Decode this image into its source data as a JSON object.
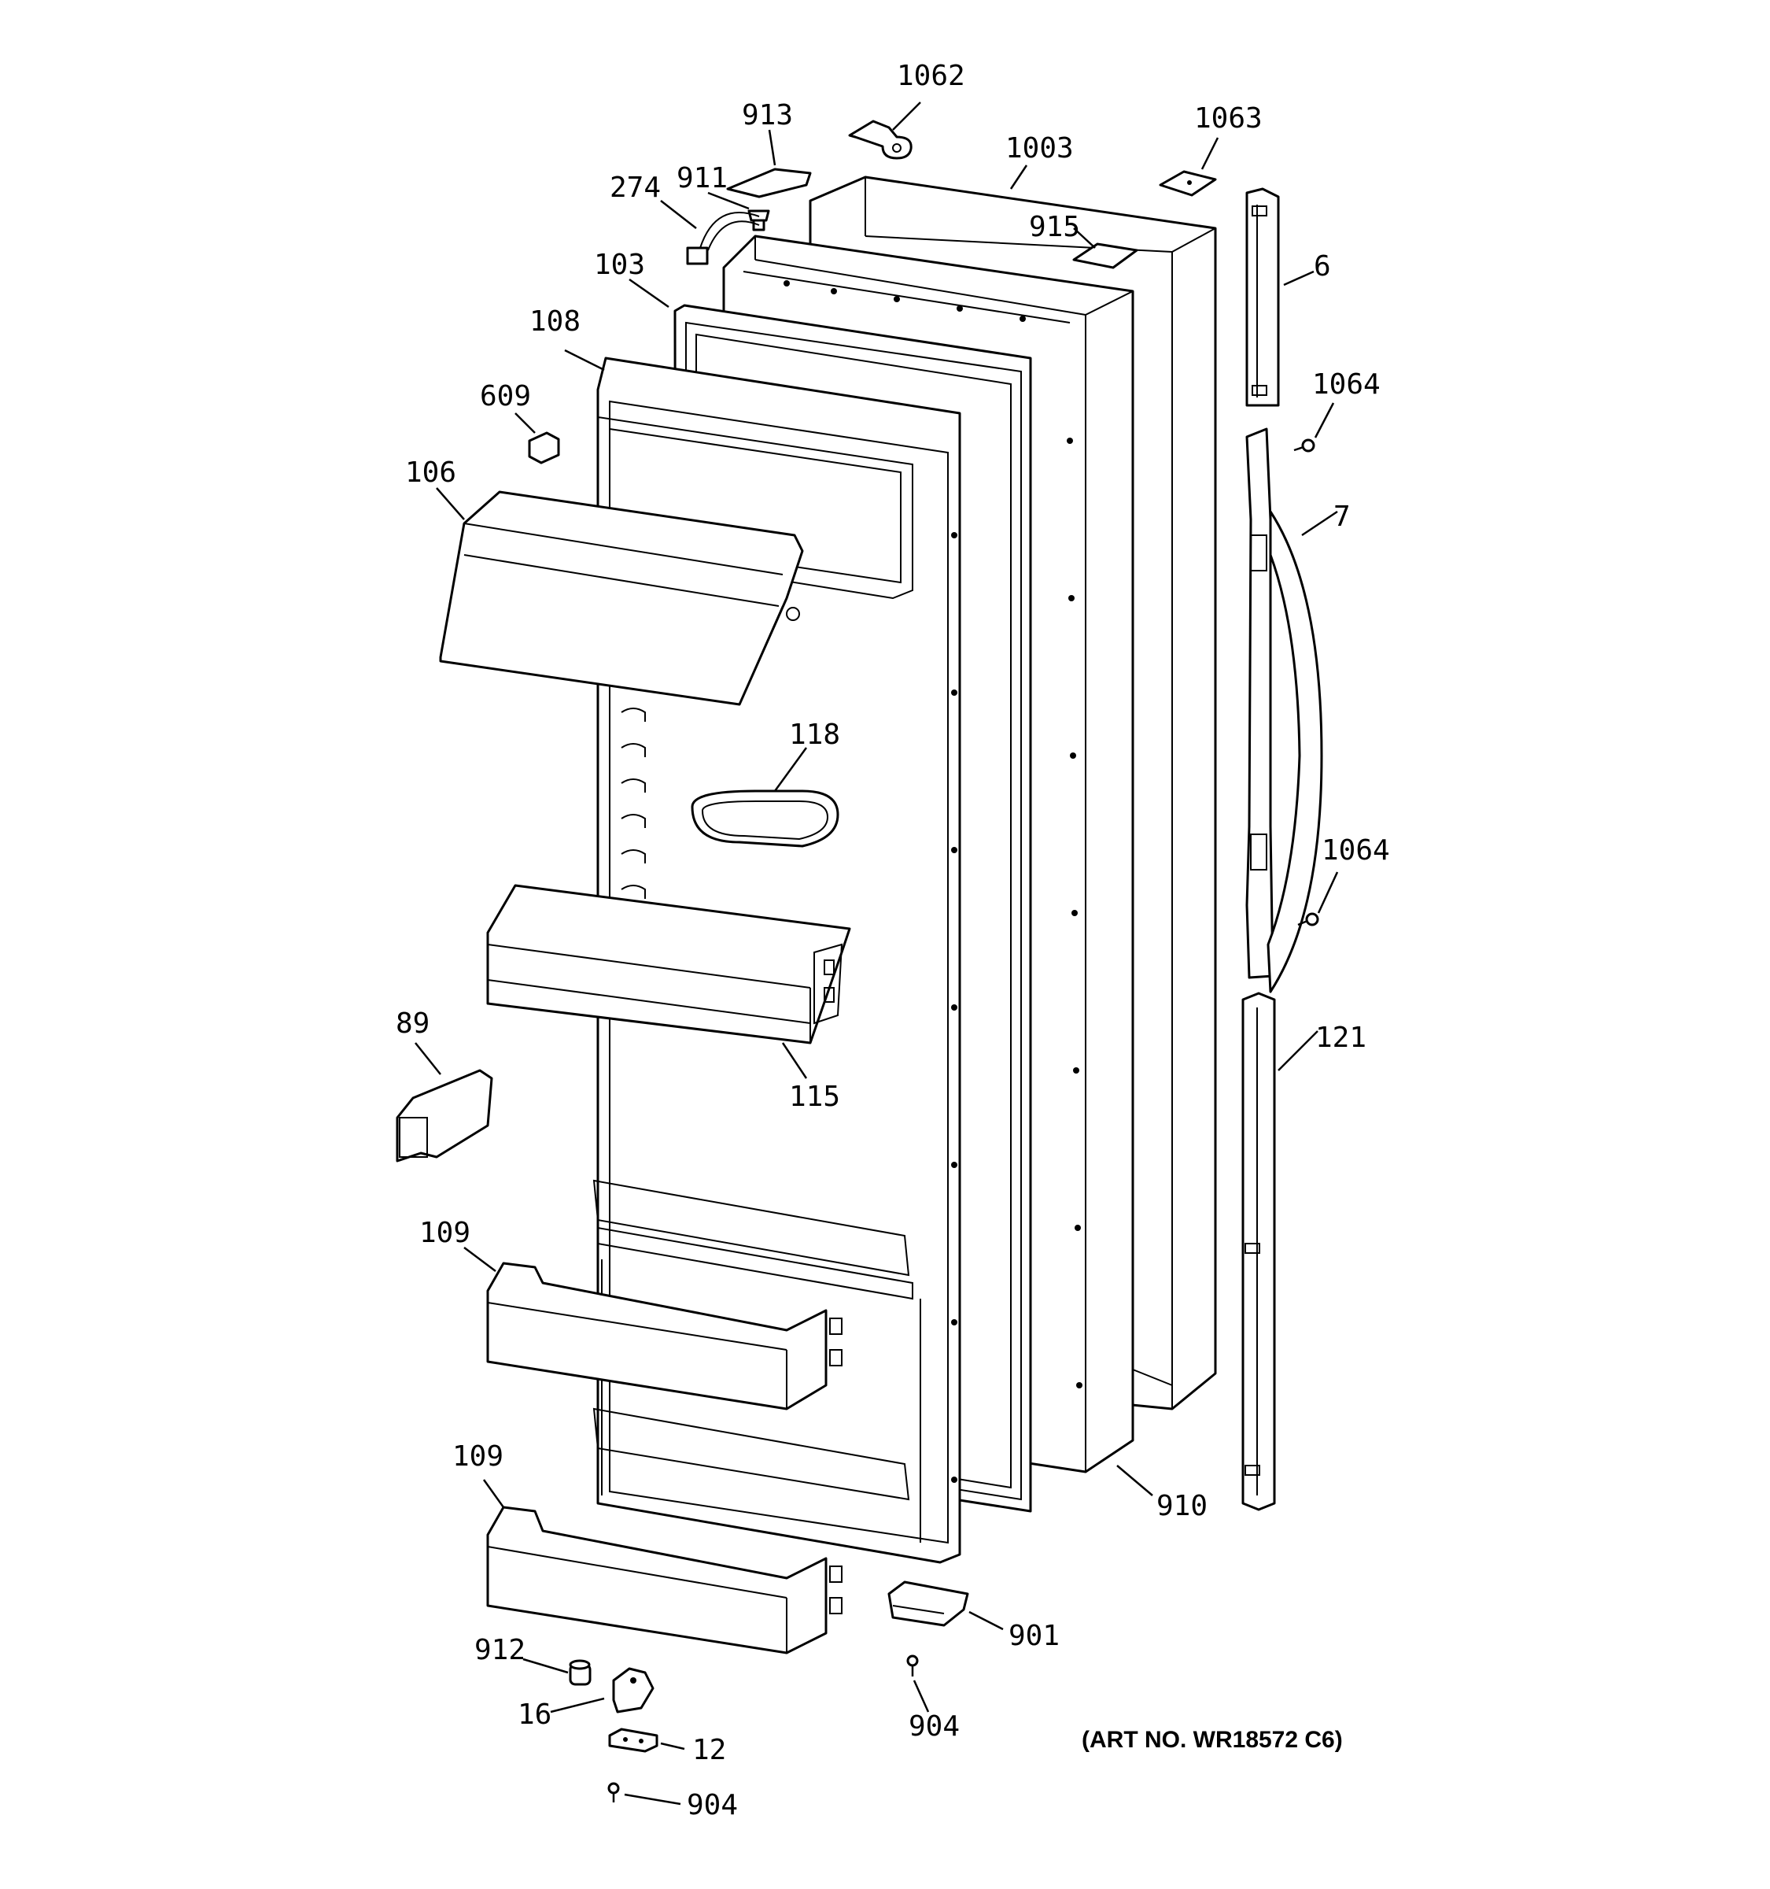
{
  "callouts": [
    {
      "id": "1062",
      "label": "1062"
    },
    {
      "id": "913",
      "label": "913"
    },
    {
      "id": "1063",
      "label": "1063"
    },
    {
      "id": "1003",
      "label": "1003"
    },
    {
      "id": "911",
      "label": "911"
    },
    {
      "id": "274",
      "label": "274"
    },
    {
      "id": "915",
      "label": "915"
    },
    {
      "id": "6",
      "label": "6"
    },
    {
      "id": "103",
      "label": "103"
    },
    {
      "id": "108",
      "label": "108"
    },
    {
      "id": "1064-top",
      "label": "1064"
    },
    {
      "id": "609",
      "label": "609"
    },
    {
      "id": "7",
      "label": "7"
    },
    {
      "id": "106",
      "label": "106"
    },
    {
      "id": "118",
      "label": "118"
    },
    {
      "id": "1064-bottom",
      "label": "1064"
    },
    {
      "id": "89",
      "label": "89"
    },
    {
      "id": "121",
      "label": "121"
    },
    {
      "id": "115",
      "label": "115"
    },
    {
      "id": "109-upper",
      "label": "109"
    },
    {
      "id": "109-lower",
      "label": "109"
    },
    {
      "id": "910",
      "label": "910"
    },
    {
      "id": "901",
      "label": "901"
    },
    {
      "id": "912",
      "label": "912"
    },
    {
      "id": "904-right",
      "label": "904"
    },
    {
      "id": "16",
      "label": "16"
    },
    {
      "id": "12",
      "label": "12"
    },
    {
      "id": "904-bottom",
      "label": "904"
    }
  ],
  "art_number": "(ART NO. WR18572 C6)"
}
